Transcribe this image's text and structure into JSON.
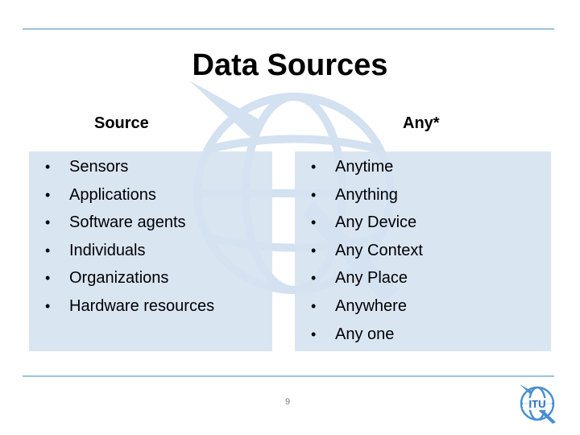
{
  "slide": {
    "title": "Data Sources",
    "page_number": "9"
  },
  "left_column": {
    "heading": "Source",
    "items": [
      "Sensors",
      "Applications",
      "Software agents",
      "Individuals",
      "Organizations",
      "Hardware resources"
    ]
  },
  "right_column": {
    "heading": "Any*",
    "items": [
      "Anytime",
      "Anything",
      "Any Device",
      "Any Context",
      "Any Place",
      "Anywhere",
      "Any one"
    ]
  },
  "logo": {
    "text": "ITU",
    "icon": "itu-logo-icon"
  },
  "colors": {
    "rule": "#9cc3e0",
    "panel_fill": "#d5e1f0",
    "watermark": "#d0dff0",
    "logo_blue": "#4a8fd0"
  }
}
